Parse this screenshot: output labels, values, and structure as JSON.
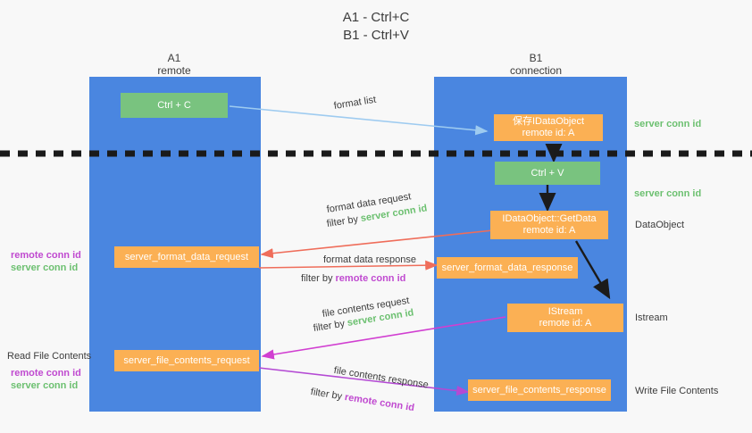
{
  "title": "A1 - Ctrl+C\nB1 - Ctrl+V",
  "columns": {
    "a1": {
      "name": "A1",
      "sub": "remote",
      "header": "A1\nremote"
    },
    "b1": {
      "name": "B1",
      "sub": "connection",
      "header": "B1\nconnection"
    }
  },
  "nodes": {
    "ctrl_c": {
      "label": "Ctrl + C",
      "color": "#79c37f"
    },
    "ctrl_v": {
      "label": "Ctrl + V",
      "color": "#79c37f"
    },
    "idataobject_create": {
      "label": "保存IDataObject\nremote id: A",
      "color": "#fbb054"
    },
    "idataobject_getdata": {
      "label": "IDataObject::GetData\nremote id: A",
      "color": "#fbb054"
    },
    "istream": {
      "label": "IStream\nremote id: A",
      "color": "#fbb054"
    },
    "server_format_data_request": {
      "label": "server_format_data_request",
      "color": "#fbb054"
    },
    "server_format_data_response": {
      "label": "server_format_data_response",
      "color": "#fbb054"
    },
    "server_file_contents_request": {
      "label": "server_file_contents_request",
      "color": "#fbb054"
    },
    "server_file_contents_response": {
      "label": "server_file_contents_response",
      "color": "#fbb054"
    }
  },
  "edges": {
    "format_list": {
      "label": "format list",
      "color": "#9ecbf0"
    },
    "format_data_request": {
      "line1": "format data request",
      "line2_prefix": "filter by ",
      "line2_tag": "server conn id",
      "color": "#ef6d5a"
    },
    "format_data_response": {
      "line1": "format data response",
      "line2_prefix": "filter by ",
      "line2_tag": "remote conn id",
      "color": "#ef6d5a"
    },
    "file_contents_request": {
      "line1": "file contents request",
      "line2_prefix": "filter by ",
      "line2_tag": "server conn id",
      "color": "#d13fd1"
    },
    "file_contents_response": {
      "line1": "file contents response",
      "line2_prefix": "filter by ",
      "line2_tag": "remote conn id",
      "color": "#b44ad4"
    }
  },
  "right_labels": {
    "server_conn_id_top": "server conn id",
    "server_conn_id_mid": "server conn id",
    "dataobject": "DataObject",
    "istream": "Istream",
    "write_file_contents": "Write File Contents"
  },
  "left_labels": {
    "remote_conn_id_top": "remote conn id",
    "server_conn_id_top": "server conn id",
    "read_file_contents": "Read File Contents",
    "remote_conn_id_bottom": "remote conn id",
    "server_conn_id_bottom": "server conn id"
  },
  "colors": {
    "lane": "#4a86e0",
    "orange": "#fbb054",
    "green_box": "#79c37f",
    "green_text": "#6cc070",
    "magenta_text": "#c04ad0",
    "red_arrow": "#ef6d5a",
    "blue_arrow": "#9ecbf0",
    "purple_arrow": "#b44ad4",
    "divider": "#1a1a1a",
    "background": "#f8f8f8"
  }
}
